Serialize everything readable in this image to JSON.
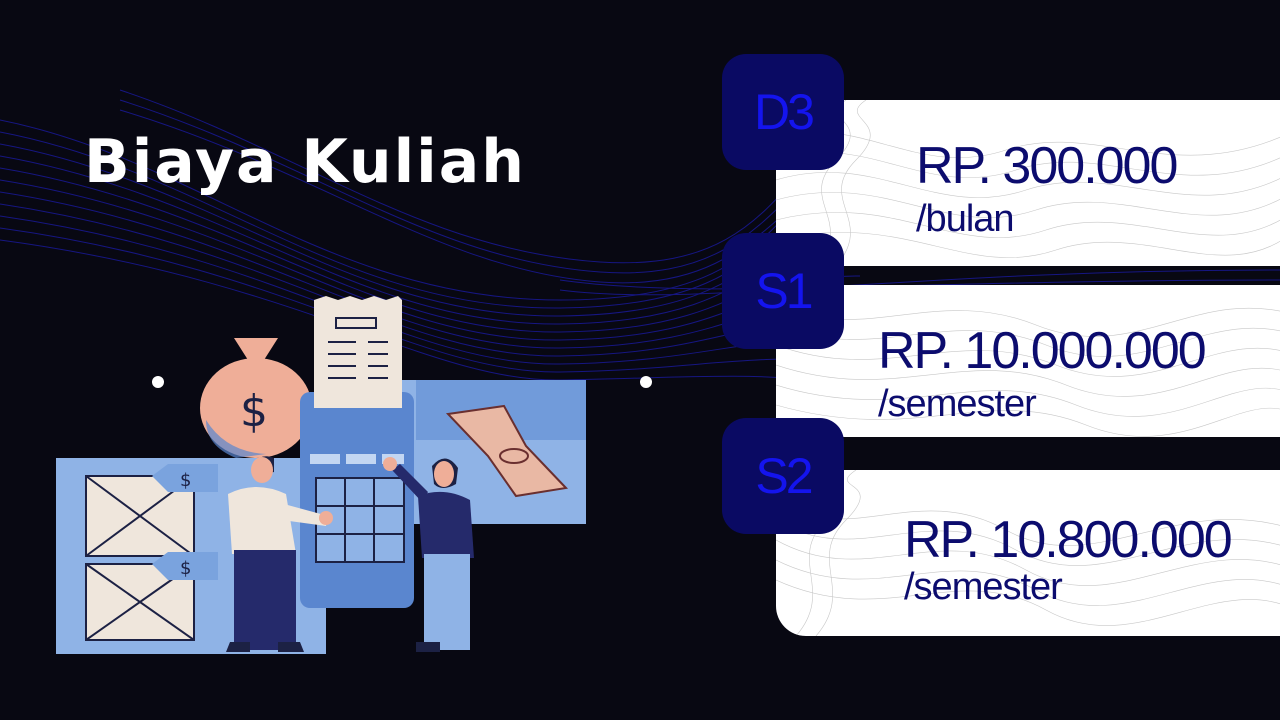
{
  "title": "Biaya Kuliah",
  "colors": {
    "background": "#080812",
    "badge_bg": "#0a0a63",
    "badge_text": "#1414ee",
    "price_text": "#0c0c6e",
    "card_bg": "#ffffff"
  },
  "programs": [
    {
      "code": "D3",
      "price": "RP. 300.000",
      "period": "/bulan"
    },
    {
      "code": "S1",
      "price": "RP. 10.000.000",
      "period": "/semester"
    },
    {
      "code": "S2",
      "price": "RP. 10.800.000",
      "period": "/semester"
    }
  ],
  "illustration": {
    "money_bag_symbol": "$",
    "tag_symbol_1": "$",
    "tag_symbol_2": "$"
  }
}
